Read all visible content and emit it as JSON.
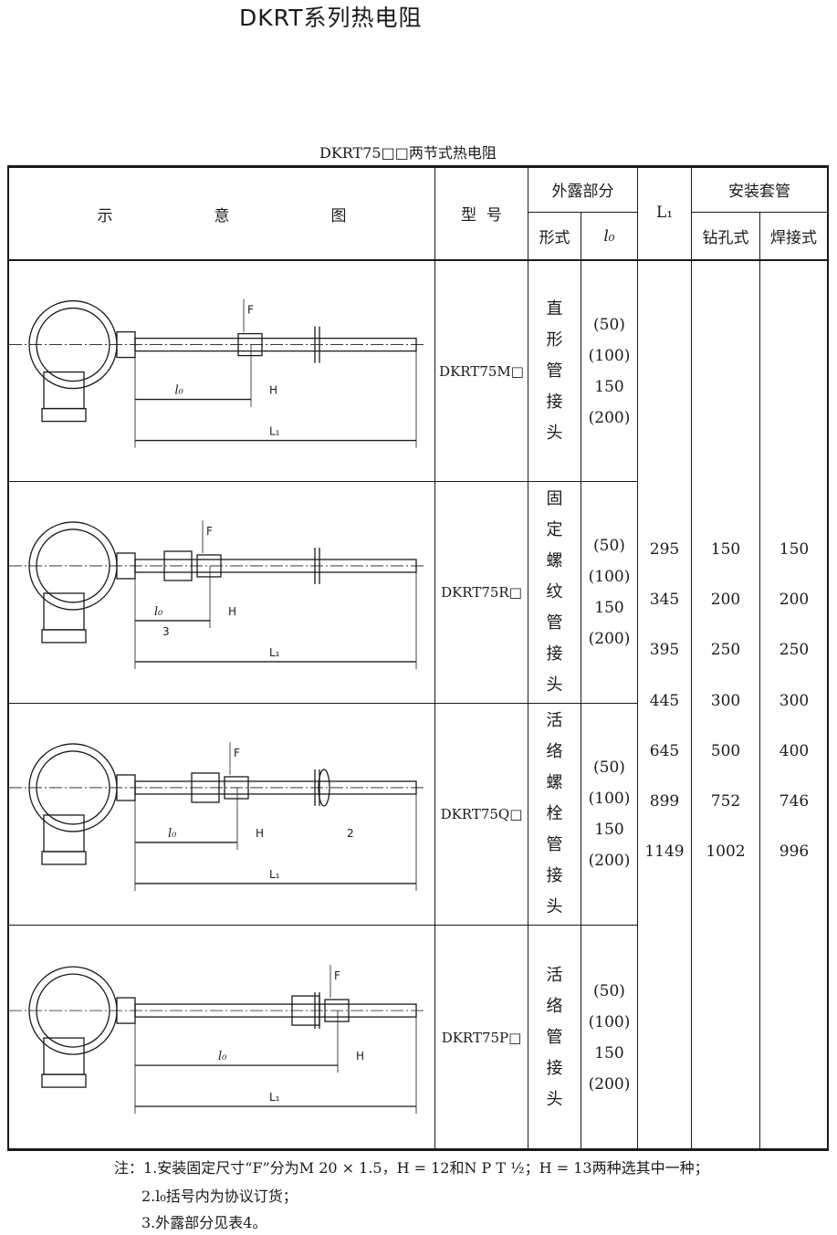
{
  "doc_title": "DKRT系列热电阻",
  "table_title": "DKRT75□□两节式热电阻",
  "header": {
    "diagram": [
      "示",
      "意",
      "图"
    ],
    "model": "型  号",
    "exposed": "外露部分",
    "form": "形式",
    "l0": "l₀",
    "L1": "L₁",
    "sleeve": "安装套管",
    "drill": "钻孔式",
    "weld": "焊接式"
  },
  "rows": [
    {
      "model": "DKRT75M□",
      "form": [
        "直",
        "形",
        "管",
        "接",
        "头"
      ],
      "l0": [
        "(50)",
        "(100)",
        "150",
        "(200)"
      ],
      "labels": {
        "l0": "l₀",
        "H": "H",
        "L1": "L₁",
        "F": "F"
      }
    },
    {
      "model": "DKRT75R□",
      "form": [
        "固",
        "定",
        "螺",
        "纹",
        "管",
        "接",
        "头"
      ],
      "l0": [
        "(50)",
        "(100)",
        "150",
        "(200)"
      ],
      "labels": {
        "l0": "l₀",
        "H": "H",
        "L1": "L₁",
        "F": "F",
        "extra": "3"
      }
    },
    {
      "model": "DKRT75Q□",
      "form": [
        "活",
        "络",
        "螺",
        "栓",
        "管",
        "接",
        "头"
      ],
      "l0": [
        "(50)",
        "(100)",
        "150",
        "(200)"
      ],
      "labels": {
        "l0": "l₀",
        "H": "H",
        "L1": "L₁",
        "F": "F",
        "extra": "2"
      }
    },
    {
      "model": "DKRT75P□",
      "form": [
        "活",
        "络",
        "管",
        "接",
        "头"
      ],
      "l0": [
        "(50)",
        "(100)",
        "150",
        "(200)"
      ],
      "labels": {
        "l0": "l₀",
        "H": "H",
        "L1": "L₁",
        "F": "F"
      }
    }
  ],
  "dims": {
    "L1": [
      "295",
      "345",
      "395",
      "445",
      "645",
      "899",
      "1149"
    ],
    "drill": [
      "150",
      "200",
      "250",
      "300",
      "500",
      "752",
      "1002"
    ],
    "weld": [
      "150",
      "200",
      "250",
      "300",
      "400",
      "746",
      "996"
    ]
  },
  "notes": [
    "注：1.安装固定尺寸“F”分为M 20 × 1.5，H = 12和N P T ½；H = 13两种选其中一种；",
    "2.l₀括号内为协议订货；",
    "3.外露部分见表4。"
  ]
}
